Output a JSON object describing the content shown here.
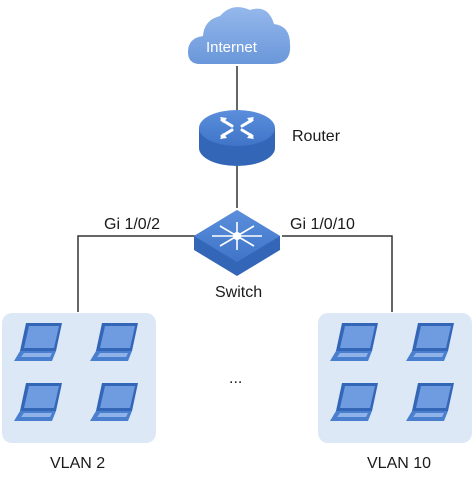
{
  "cloud": {
    "label": "Internet"
  },
  "router": {
    "label": "Router"
  },
  "switch": {
    "label": "Switch"
  },
  "ports": {
    "left": "Gi 1/0/2",
    "right": "Gi 1/0/10"
  },
  "vlans": [
    {
      "label": "VLAN 2",
      "hosts": 4
    },
    {
      "label": "VLAN 10",
      "hosts": 4
    }
  ],
  "ellipsis": "...",
  "colors": {
    "device_blue": "#4a7fd0",
    "device_dark": "#3466b8",
    "device_light": "#8fb3e8",
    "cloud_blue": "#7aa3e2",
    "group_bg": "#dde8f7",
    "line": "#333333"
  },
  "icons": [
    "cloud-icon",
    "router-icon",
    "switch-icon",
    "laptop-icon"
  ]
}
